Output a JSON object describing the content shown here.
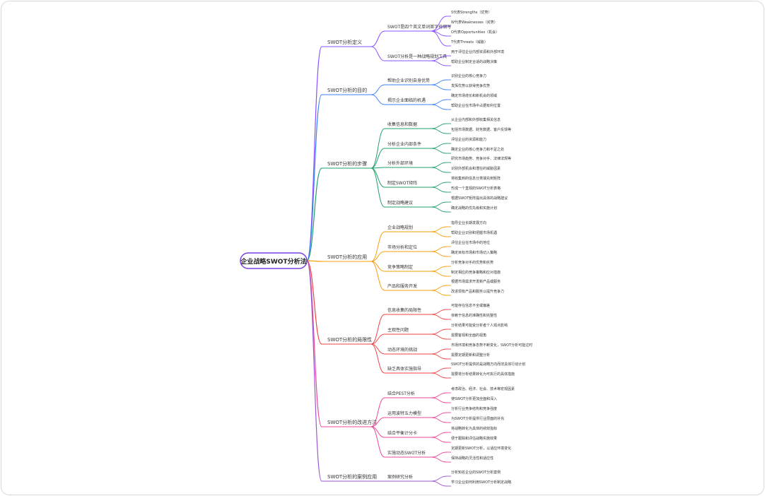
{
  "root": {
    "label": "企业战略SWOT分析法",
    "color": "#7b3fe4"
  },
  "branches": [
    {
      "label": "SWOT分析定义",
      "color": "#8a4fff",
      "children": [
        {
          "label": "SWOT是四个英文单词首字母缩写",
          "children": [
            "S代表Strengths（优势）",
            "W代表Weaknesses（劣势）",
            "O代表Opportunities（机会）",
            "T代表Threats（威胁）"
          ]
        },
        {
          "label": "SWOT分析是一种战略规划工具",
          "children": [
            "用于评估企业内部资源和外部环境",
            "帮助企业制定合适的战略决策"
          ]
        }
      ]
    },
    {
      "label": "SWOT分析的目的",
      "color": "#3b82f6",
      "children": [
        {
          "label": "帮助企业识别自身优势",
          "children": [
            "识别企业的核心竞争力",
            "发挥优势以获得竞争优势"
          ]
        },
        {
          "label": "揭示企业面临的机遇",
          "children": [
            "确定市场增长和新机会的领域",
            "帮助企业在市场中占据有利位置"
          ]
        }
      ]
    },
    {
      "label": "SWOT分析的步骤",
      "color": "#22a06b",
      "children": [
        {
          "label": "收集信息和数据",
          "children": [
            "从企业内部和外部收集相关信息",
            "包括市场数据、财务数据、客户反馈等"
          ]
        },
        {
          "label": "分析企业内部条件",
          "children": [
            "评估企业的资源和能力",
            "确定企业的核心竞争力和不足之处"
          ]
        },
        {
          "label": "分析外部环境",
          "children": [
            "研究市场趋势、竞争对手、法律法规等",
            "识别外部机会和潜在的威胁因素"
          ]
        },
        {
          "label": "制定SWOT矩阵",
          "children": [
            "将收集到的信息分类填充到矩阵",
            "形成一个直观的SWOT分析表格"
          ]
        },
        {
          "label": "制定战略建议",
          "children": [
            "根据SWOT矩阵提出具体的战略建议",
            "确定战略的优先级和实施计划"
          ]
        }
      ]
    },
    {
      "label": "SWOT分析的应用",
      "color": "#f59e0b",
      "children": [
        {
          "label": "企业战略规划",
          "children": [
            "指导企业长期发展方向",
            "帮助企业识别和把握市场机遇"
          ]
        },
        {
          "label": "市场分析和定位",
          "children": [
            "评估企业在市场中的地位",
            "确定目标市场和市场切入策略"
          ]
        },
        {
          "label": "竞争策略制定",
          "children": [
            "分析竞争对手的优势和劣势",
            "制定相应的竞争策略和应对措施"
          ]
        },
        {
          "label": "产品和服务开发",
          "children": [
            "根据市场需求开发新产品或服务",
            "改进现有产品和服务以提升竞争力"
          ]
        }
      ]
    },
    {
      "label": "SWOT分析的局限性",
      "color": "#ef4444",
      "children": [
        {
          "label": "信息收集的局限性",
          "children": [
            "可能存在信息不全或偏差",
            "依赖于信息的准确性和完整性"
          ]
        },
        {
          "label": "主观性问题",
          "children": [
            "分析结果可能受分析者个人观点影响",
            "需要客观和全面的视角"
          ]
        },
        {
          "label": "动态环境的挑战",
          "children": [
            "市场环境和竞争态势不断变化，SWOT分析可能过时",
            "需要定期更新和调整分析"
          ]
        },
        {
          "label": "缺乏具体实施指导",
          "children": [
            "SWOT分析提供的是战略方向而非具体行动计划",
            "需要将分析结果转化为可执行的具体措施"
          ]
        }
      ]
    },
    {
      "label": "SWOT分析的改进方法",
      "color": "#ec4899",
      "children": [
        {
          "label": "结合PEST分析",
          "children": [
            "考虑政治、经济、社会、技术等宏观因素",
            "使SWOT分析更加全面和深入"
          ]
        },
        {
          "label": "运用波特五力模型",
          "children": [
            "分析行业竞争结构和竞争强度",
            "为SWOT分析提供行业层面的补充"
          ]
        },
        {
          "label": "结合平衡计分卡",
          "children": [
            "将战略转化为具体的绩效指标",
            "便于跟踪和评估战略实施效果"
          ]
        },
        {
          "label": "实施动态SWOT分析",
          "children": [
            "定期更新SWOT分析，以适应环境变化",
            "保持战略的灵活性和适应性"
          ]
        }
      ]
    },
    {
      "label": "SWOT分析的案例应用",
      "color": "#9b59d0",
      "children": [
        {
          "label": "案例研究分析",
          "children": [
            "分析知名企业的SWOT分析案例",
            "学习企业如何利用SWOT分析制定战略"
          ]
        }
      ]
    }
  ]
}
